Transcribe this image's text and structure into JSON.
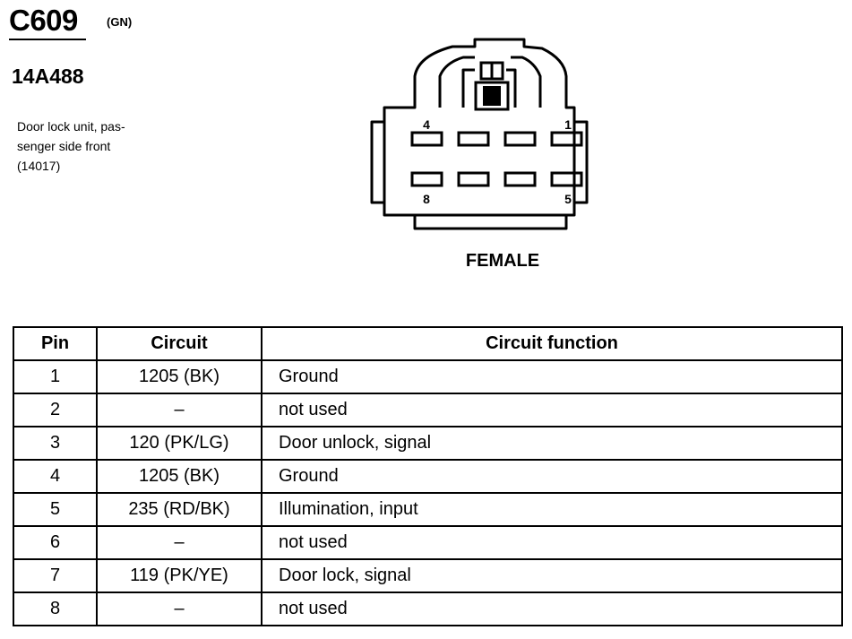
{
  "connector": {
    "id": "C609",
    "color": "(GN)",
    "part_number": "14A488",
    "description_lines": [
      "Door lock unit, pas-",
      "senger side front",
      "(14017)"
    ]
  },
  "diagram": {
    "pin_labels": {
      "top_left": "4",
      "top_right": "1",
      "bottom_left": "8",
      "bottom_right": "5"
    },
    "view_label": "FEMALE"
  },
  "table": {
    "headers": [
      "Pin",
      "Circuit",
      "Circuit function"
    ],
    "rows": [
      {
        "pin": "1",
        "circuit": "1205 (BK)",
        "function": "Ground"
      },
      {
        "pin": "2",
        "circuit": "–",
        "function": "not used"
      },
      {
        "pin": "3",
        "circuit": "120 (PK/LG)",
        "function": "Door unlock, signal"
      },
      {
        "pin": "4",
        "circuit": "1205 (BK)",
        "function": "Ground"
      },
      {
        "pin": "5",
        "circuit": "235 (RD/BK)",
        "function": "Illumination, input"
      },
      {
        "pin": "6",
        "circuit": "–",
        "function": "not used"
      },
      {
        "pin": "7",
        "circuit": "119 (PK/YE)",
        "function": "Door lock, signal"
      },
      {
        "pin": "8",
        "circuit": "–",
        "function": "not used"
      }
    ]
  }
}
